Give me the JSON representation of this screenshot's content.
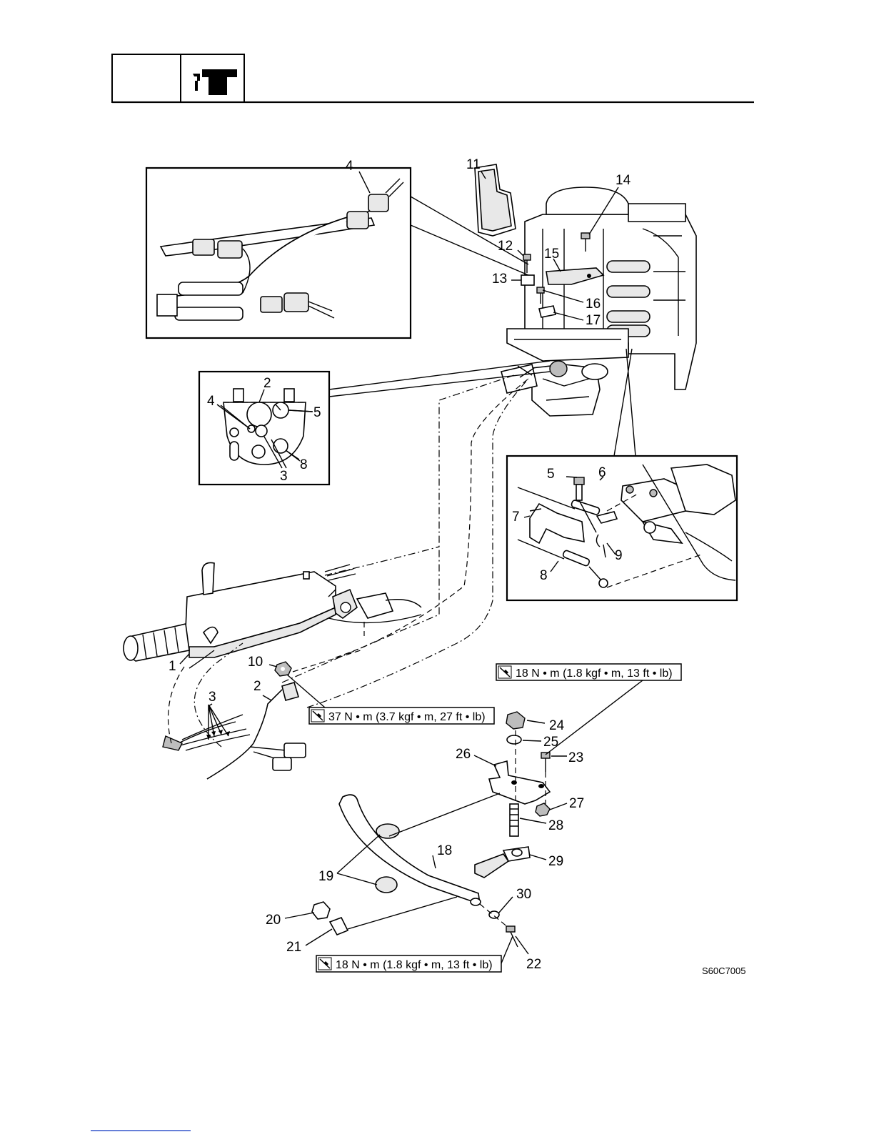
{
  "header": {
    "icon": "service-manual-section-icon"
  },
  "callouts": {
    "c1": "1",
    "c2": "2",
    "c3": "3",
    "c4": "4",
    "c5": "5",
    "c6": "6",
    "c7": "7",
    "c8": "8",
    "c9": "9",
    "c10": "10",
    "c11": "11",
    "c12": "12",
    "c13": "13",
    "c14": "14",
    "c15": "15",
    "c16": "16",
    "c17": "17",
    "c18": "18",
    "c19": "19",
    "c20": "20",
    "c21": "21",
    "c22": "22",
    "c23": "23",
    "c24": "24",
    "c25": "25",
    "c26": "26",
    "c27": "27",
    "c28": "28",
    "c29": "29",
    "c30": "30"
  },
  "torque_specs": {
    "spec_a": "18 N • m (1.8 kgf • m, 13 ft • lb)",
    "spec_b": "37 N • m (3.7 kgf • m, 27 ft • lb)",
    "spec_c": "18 N • m (1.8 kgf • m, 13 ft • lb)"
  },
  "drawing_code": "S60C7005"
}
